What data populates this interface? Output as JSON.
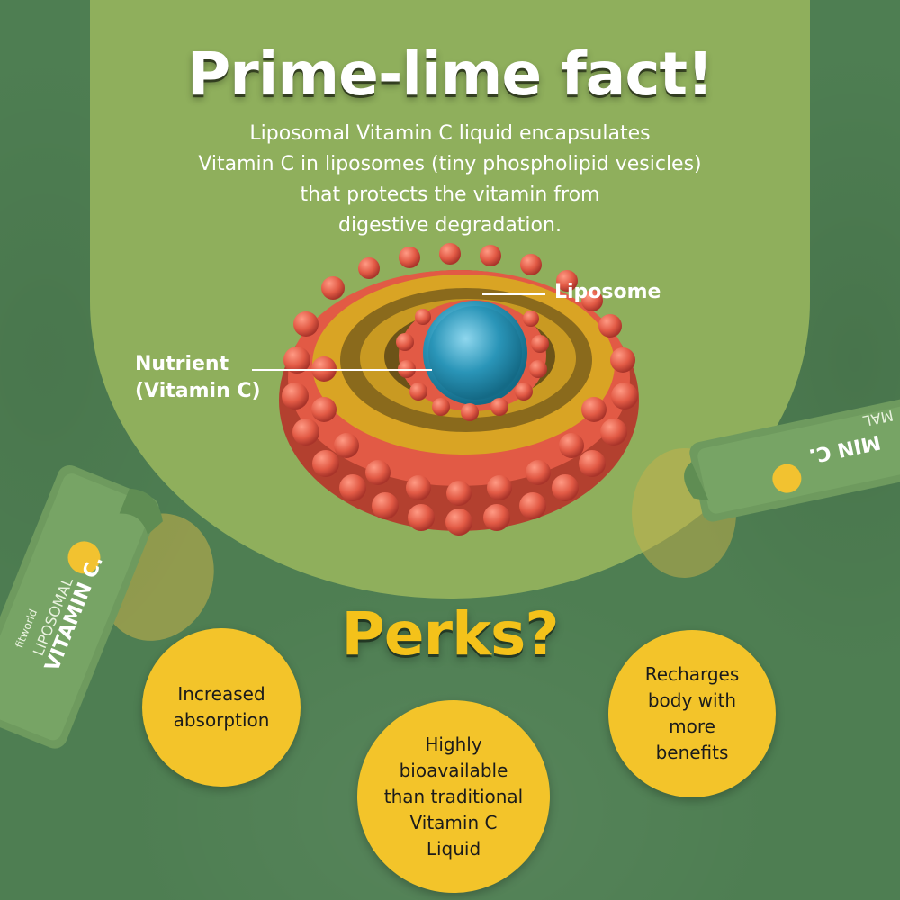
{
  "header": {
    "title": "Prime-lime fact!",
    "intro_lines": [
      "Liposomal Vitamin C liquid encapsulates",
      "Vitamin C in liposomes (tiny phospholipid vesicles)",
      "that protects the vitamin from",
      "digestive degradation."
    ]
  },
  "diagram": {
    "label_liposome": "Liposome",
    "label_nutrient_lines": [
      "Nutrient",
      "(Vitamin C)"
    ]
  },
  "perks": {
    "title": "Perks?",
    "items": [
      {
        "lines": [
          "Increased",
          "absorption"
        ]
      },
      {
        "lines": [
          "Highly",
          "bioavailable",
          "than traditional",
          "Vitamin C",
          "Liquid"
        ]
      },
      {
        "lines": [
          "Recharges",
          "body with",
          "more",
          "benefits"
        ]
      }
    ]
  },
  "sachet_left": {
    "brand": "fitworld",
    "line1": "LIPOSOMAL",
    "line2": "VITAMIN C."
  },
  "sachet_right": {
    "line1": "MAL",
    "line2": "MIN C."
  },
  "colors": {
    "panel": "#8faf5c",
    "background": "#4e7e52",
    "accent_yellow": "#f3c42a",
    "bead_red": "#e25a45",
    "core_blue": "#2a95b8"
  }
}
